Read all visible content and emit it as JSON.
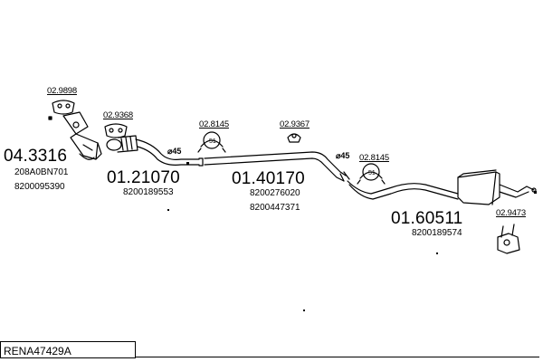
{
  "diagram_id": "RENA47429A",
  "assemblies": {
    "catalyst": {
      "id": "04.3316",
      "oem": [
        "208A0BN701",
        "8200095390"
      ]
    },
    "front_pipe": {
      "id": "01.21070",
      "oem": [
        "8200189553"
      ]
    },
    "middle_pipe": {
      "id": "01.40170",
      "oem": [
        "8200276020",
        "8200447371"
      ]
    },
    "rear_silencer": {
      "id": "01.60511",
      "oem": [
        "8200189574"
      ]
    }
  },
  "fittings": {
    "f1": "02.9898",
    "f2": "02.9368",
    "f3": "02.8145",
    "f4": "02.9367",
    "f5": "02.8145",
    "f6": "02.9473"
  },
  "diameters": {
    "d1": "⌀45",
    "d2": "⌀45"
  },
  "ring_label": "51"
}
